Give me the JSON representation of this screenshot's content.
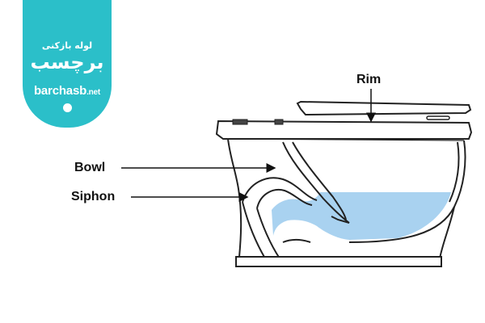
{
  "logo": {
    "line1": "لوله بازکنی",
    "line2": "برچسب",
    "domain_main": "barchasb",
    "domain_tld": ".net",
    "colors": {
      "background": "#2bbfc9",
      "text": "#ffffff"
    }
  },
  "labels": {
    "rim": "Rim",
    "bowl": "Bowl",
    "siphon": "Siphon"
  },
  "colors": {
    "water": "#a9d2f0",
    "line": "#222222",
    "label": "#111111"
  }
}
